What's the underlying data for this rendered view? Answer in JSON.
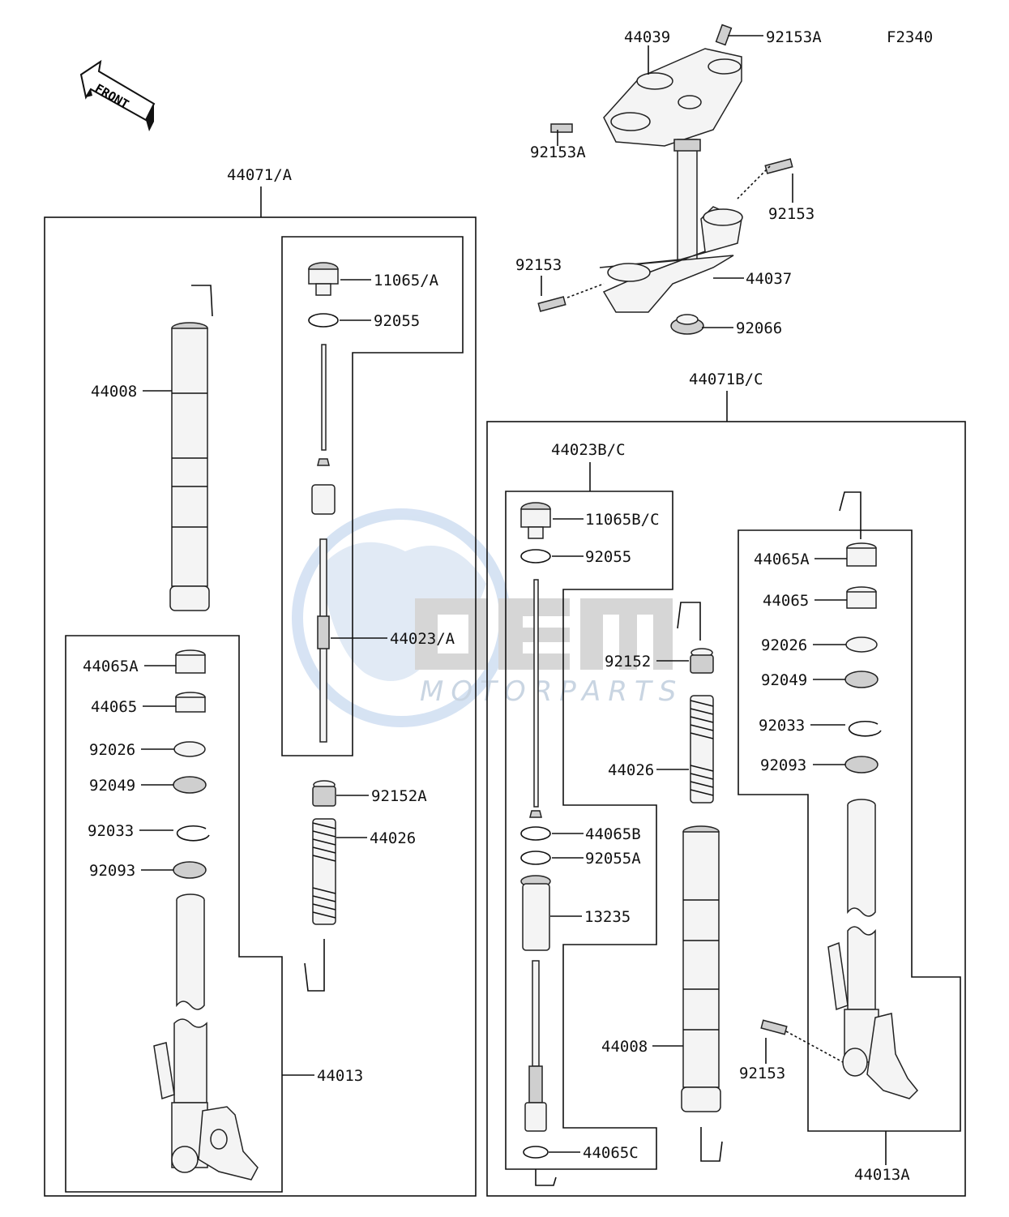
{
  "figure_code": "F2340",
  "front_arrow_label": "FRONT",
  "watermark": {
    "logo": "OEM",
    "sub": "MOTORPARTS"
  },
  "labels": {
    "p44039": "44039",
    "p92153A_top": "92153A",
    "p92153A_left": "92153A",
    "p92153_right": "92153",
    "p92153_left": "92153",
    "p44037": "44037",
    "p92066": "92066",
    "p44071A": "44071/A",
    "p44071BC": "44071B/C",
    "p11065A": "11065/A",
    "p92055_a": "92055",
    "p44008_left": "44008",
    "p44023A": "44023/A",
    "p44065A_left": "44065A",
    "p44065_left": "44065",
    "p92026_left": "92026",
    "p92049_left": "92049",
    "p92033_left": "92033",
    "p92093_left": "92093",
    "p92152A": "92152A",
    "p44026_left": "44026",
    "p44013": "44013",
    "p44023BC": "44023B/C",
    "p11065BC": "11065B/C",
    "p92055_b": "92055",
    "p92152": "92152",
    "p44026_right": "44026",
    "p44065B": "44065B",
    "p92055A": "92055A",
    "p13235": "13235",
    "p44008_right": "44008",
    "p44065C": "44065C",
    "p44065A_right": "44065A",
    "p44065_right": "44065",
    "p92026_right": "92026",
    "p92049_right": "92049",
    "p92033_right": "92033",
    "p92093_right": "92093",
    "p92153_bottom": "92153",
    "p44013A": "44013A"
  }
}
